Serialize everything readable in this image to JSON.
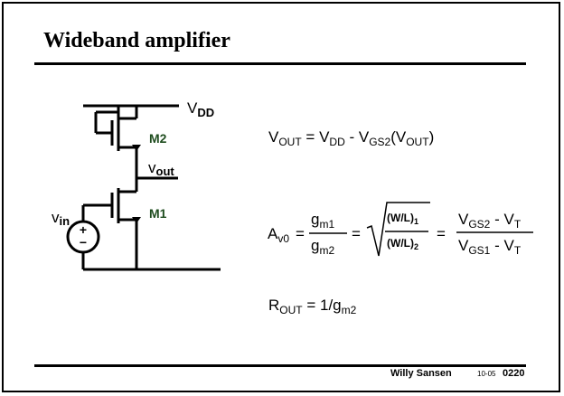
{
  "slide": {
    "title": "Wideband amplifier",
    "footer": {
      "author": "Willy Sansen",
      "date": "10-05",
      "number": "0220"
    }
  },
  "circuit": {
    "supply_label": "V",
    "supply_sub": "DD",
    "output_label": "v",
    "output_sub": "out",
    "input_label": "v",
    "input_sub": "in",
    "transistor_top": "M2",
    "transistor_bottom": "M1",
    "source_plus": "+",
    "source_minus": "−"
  },
  "equations": {
    "vout": {
      "lhs": "V",
      "lhs_sub": "OUT",
      "eq": " = ",
      "t1": "V",
      "t1_sub": "DD",
      "minus": " - ",
      "t2": "V",
      "t2_sub": "GS2",
      "paren_open": "(V",
      "paren_sub": "OUT",
      "paren_close": ")"
    },
    "gain": {
      "lhs": "A",
      "lhs_sub": "v0",
      "eq1": "=",
      "num": "g",
      "num_sub": "m1",
      "den": "g",
      "den_sub": "m2",
      "rnum": "(W/L)",
      "rnum_sub": "1",
      "rden": "(W/L)",
      "rden_sub": "2",
      "eq2": "=",
      "fnum_a": "V",
      "fnum_a_sub": "GS2",
      "fnum_m": " - V",
      "fnum_b_sub": "T",
      "fden_a": "V",
      "fden_a_sub": "GS1",
      "fden_m": " - V",
      "fden_b_sub": "T"
    },
    "rout": {
      "lhs": "R",
      "lhs_sub": "OUT",
      "rhs": " = 1/g",
      "rhs_sub": "m2"
    }
  },
  "colors": {
    "transistor_label": "#1f4d1f",
    "ink": "#000000"
  }
}
